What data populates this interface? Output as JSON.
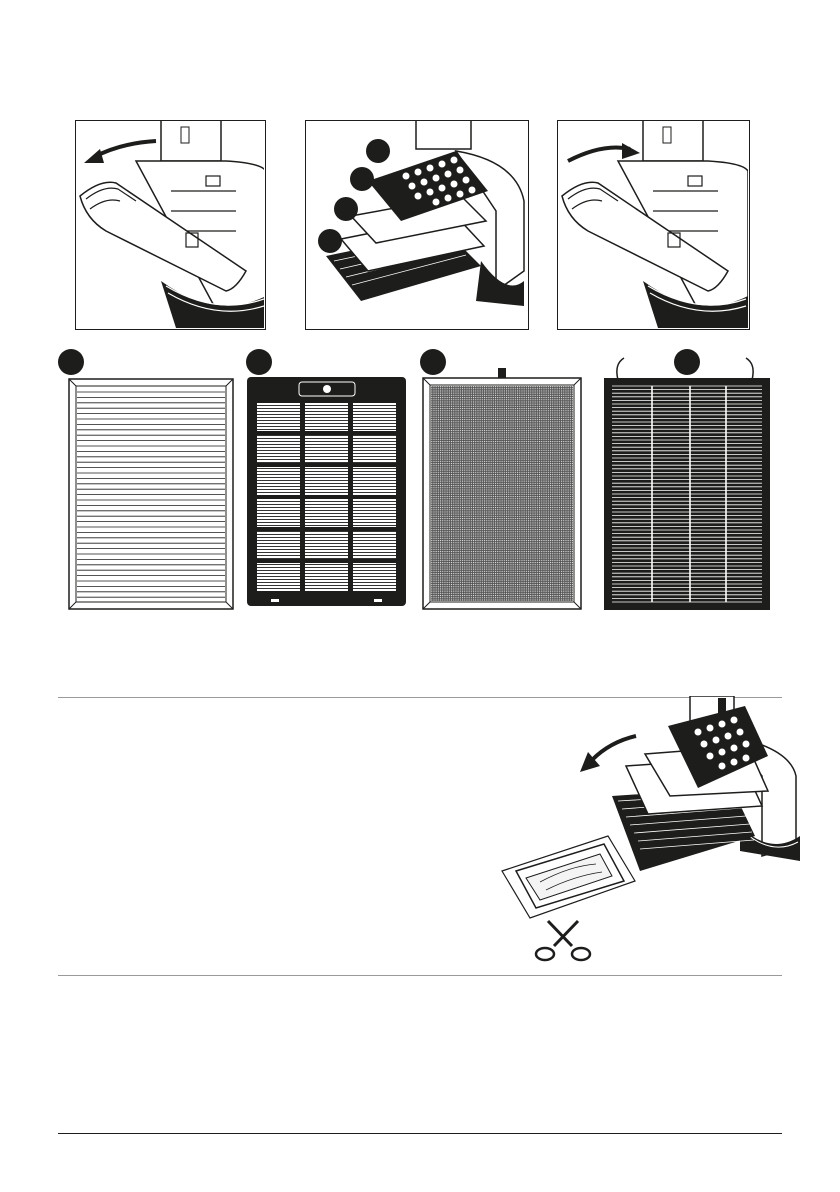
{
  "document": {
    "title": "",
    "footer_text": "",
    "sections": [
      {
        "id": "filter-removal-steps",
        "steps": 3
      },
      {
        "id": "filter-types",
        "filters": 4
      },
      {
        "id": "unpack-new-filter"
      },
      {
        "id": "blank-section"
      }
    ]
  },
  "icons": {
    "arrow_left": "curved-arrow-left-icon",
    "arrow_right": "curved-arrow-right-icon",
    "scissors": "scissors-icon"
  },
  "colors": {
    "ink": "#1d1d1b",
    "rule": "#9a9a9a",
    "paper": "#ffffff"
  }
}
